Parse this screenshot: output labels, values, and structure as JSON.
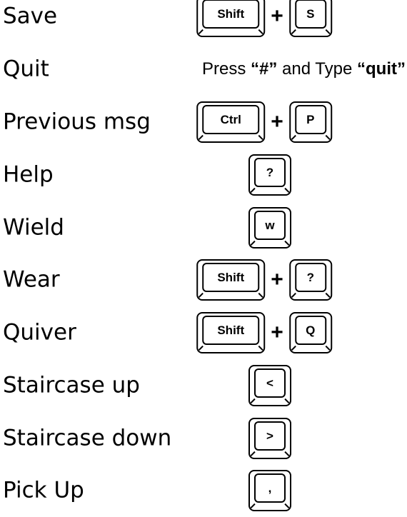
{
  "rows": [
    {
      "label": "Save",
      "keys": [
        "Shift",
        "S"
      ],
      "plus": "+"
    },
    {
      "label": "Quit",
      "instruction": {
        "pre": "Press ",
        "key": "“#”",
        "mid": " and Type ",
        "cmd": "“quit”"
      }
    },
    {
      "label": "Previous msg",
      "keys": [
        "Ctrl",
        "P"
      ],
      "plus": "+"
    },
    {
      "label": "Help",
      "keys": [
        "?"
      ]
    },
    {
      "label": "Wield",
      "keys": [
        "w"
      ]
    },
    {
      "label": "Wear",
      "keys": [
        "Shift",
        "?"
      ],
      "plus": "+"
    },
    {
      "label": "Quiver",
      "keys": [
        "Shift",
        "Q"
      ],
      "plus": "+"
    },
    {
      "label": "Staircase up",
      "keys": [
        "<"
      ]
    },
    {
      "label": "Staircase down",
      "keys": [
        ">"
      ]
    },
    {
      "label": "Pick Up",
      "keys": [
        ","
      ]
    }
  ]
}
